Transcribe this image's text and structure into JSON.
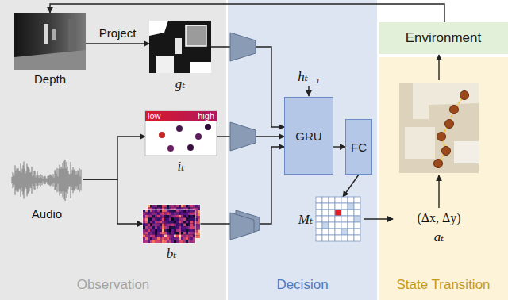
{
  "diagram": {
    "nodes": [
      {
        "text": [
          "Observation"
        ]
      },
      {
        "text": [
          "Depth"
        ],
        "in": 0
      },
      {
        "text": [
          "gₜ"
        ],
        "in": 0
      },
      {
        "text": [
          "Audio"
        ],
        "in": 0
      },
      {
        "text": [
          "low",
          "high",
          "iₜ"
        ],
        "in": 0
      },
      {
        "text": [
          "bₜ"
        ],
        "in": 0
      },
      {
        "text": [
          "Decision"
        ]
      },
      {
        "text": [
          "GRU"
        ],
        "in": 6
      },
      {
        "text": [
          "FC"
        ],
        "in": 6
      },
      {
        "text": [
          "Mₜ"
        ],
        "in": 6
      },
      {
        "text": [
          "Environment"
        ]
      },
      {
        "text": [
          "State Transition"
        ]
      }
    ],
    "edges": [
      {
        "from": 1,
        "to": 2,
        "arrow": "to",
        "label": "Project"
      },
      {
        "from": 3,
        "to": 4,
        "arrow": "to"
      },
      {
        "from": 3,
        "to": 5,
        "arrow": "to"
      },
      {
        "from": 2,
        "to": 7,
        "arrow": "to"
      },
      {
        "from": 4,
        "to": 7,
        "arrow": "to"
      },
      {
        "from": 5,
        "to": 7,
        "arrow": "to"
      },
      {
        "from": 7,
        "to": 8,
        "arrow": "to"
      },
      {
        "from": 8,
        "to": 9,
        "arrow": "to"
      },
      {
        "from": 10,
        "to": 1,
        "arrow": "to"
      }
    ],
    "labels": [
      "hₜ₋₁",
      "(Δx, Δy)",
      "aₜ"
    ]
  }
}
